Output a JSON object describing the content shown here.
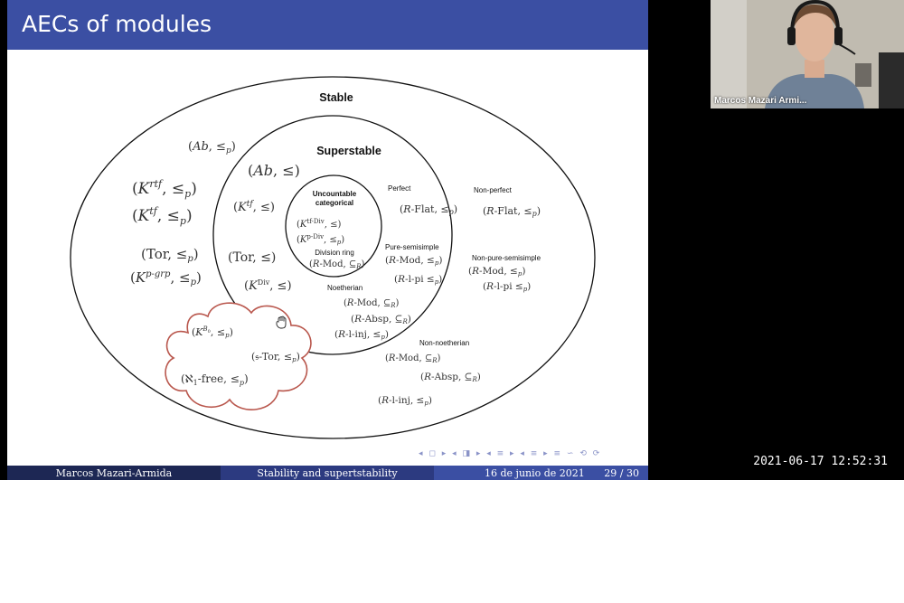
{
  "slide": {
    "title": "AECs of modules",
    "diagram": {
      "stable_label": "Stable",
      "superstable_label": "Superstable",
      "uncountable_label": [
        "Uncountable",
        "categorical"
      ],
      "division_ring_label": "Division ring",
      "perfect_label": "Perfect",
      "non_perfect_label": "Non-perfect",
      "pure_semisimple_label": "Pure-semisimple",
      "non_pure_semisimple_label": "Non-pure-semisimple",
      "noetherian_label": "Noetherian",
      "non_noetherian_label": "Non-noetherian"
    }
  },
  "footer": {
    "author": "Marcos Mazari-Armida",
    "talk_title": "Stability and supertstability",
    "date": "16 de junio de 2021",
    "page": "29 / 30"
  },
  "navigation_symbols": "◂ ◻ ▸  ◂ ◨ ▸  ◂ ≡ ▸  ◂ ≡ ▸  ≡  ∽ ⟲ ⟳",
  "video_call": {
    "participant_name": "Marcos Mazari Armi...",
    "timestamp": "2021-06-17  12:52:31"
  },
  "colors": {
    "header_blue": "#3b4fa3",
    "footer_dark": "#1d2754",
    "footer_mid": "#2c3a80",
    "cloud_red": "#b9574d"
  },
  "icons": {
    "cursor": "grab-hand-icon"
  }
}
